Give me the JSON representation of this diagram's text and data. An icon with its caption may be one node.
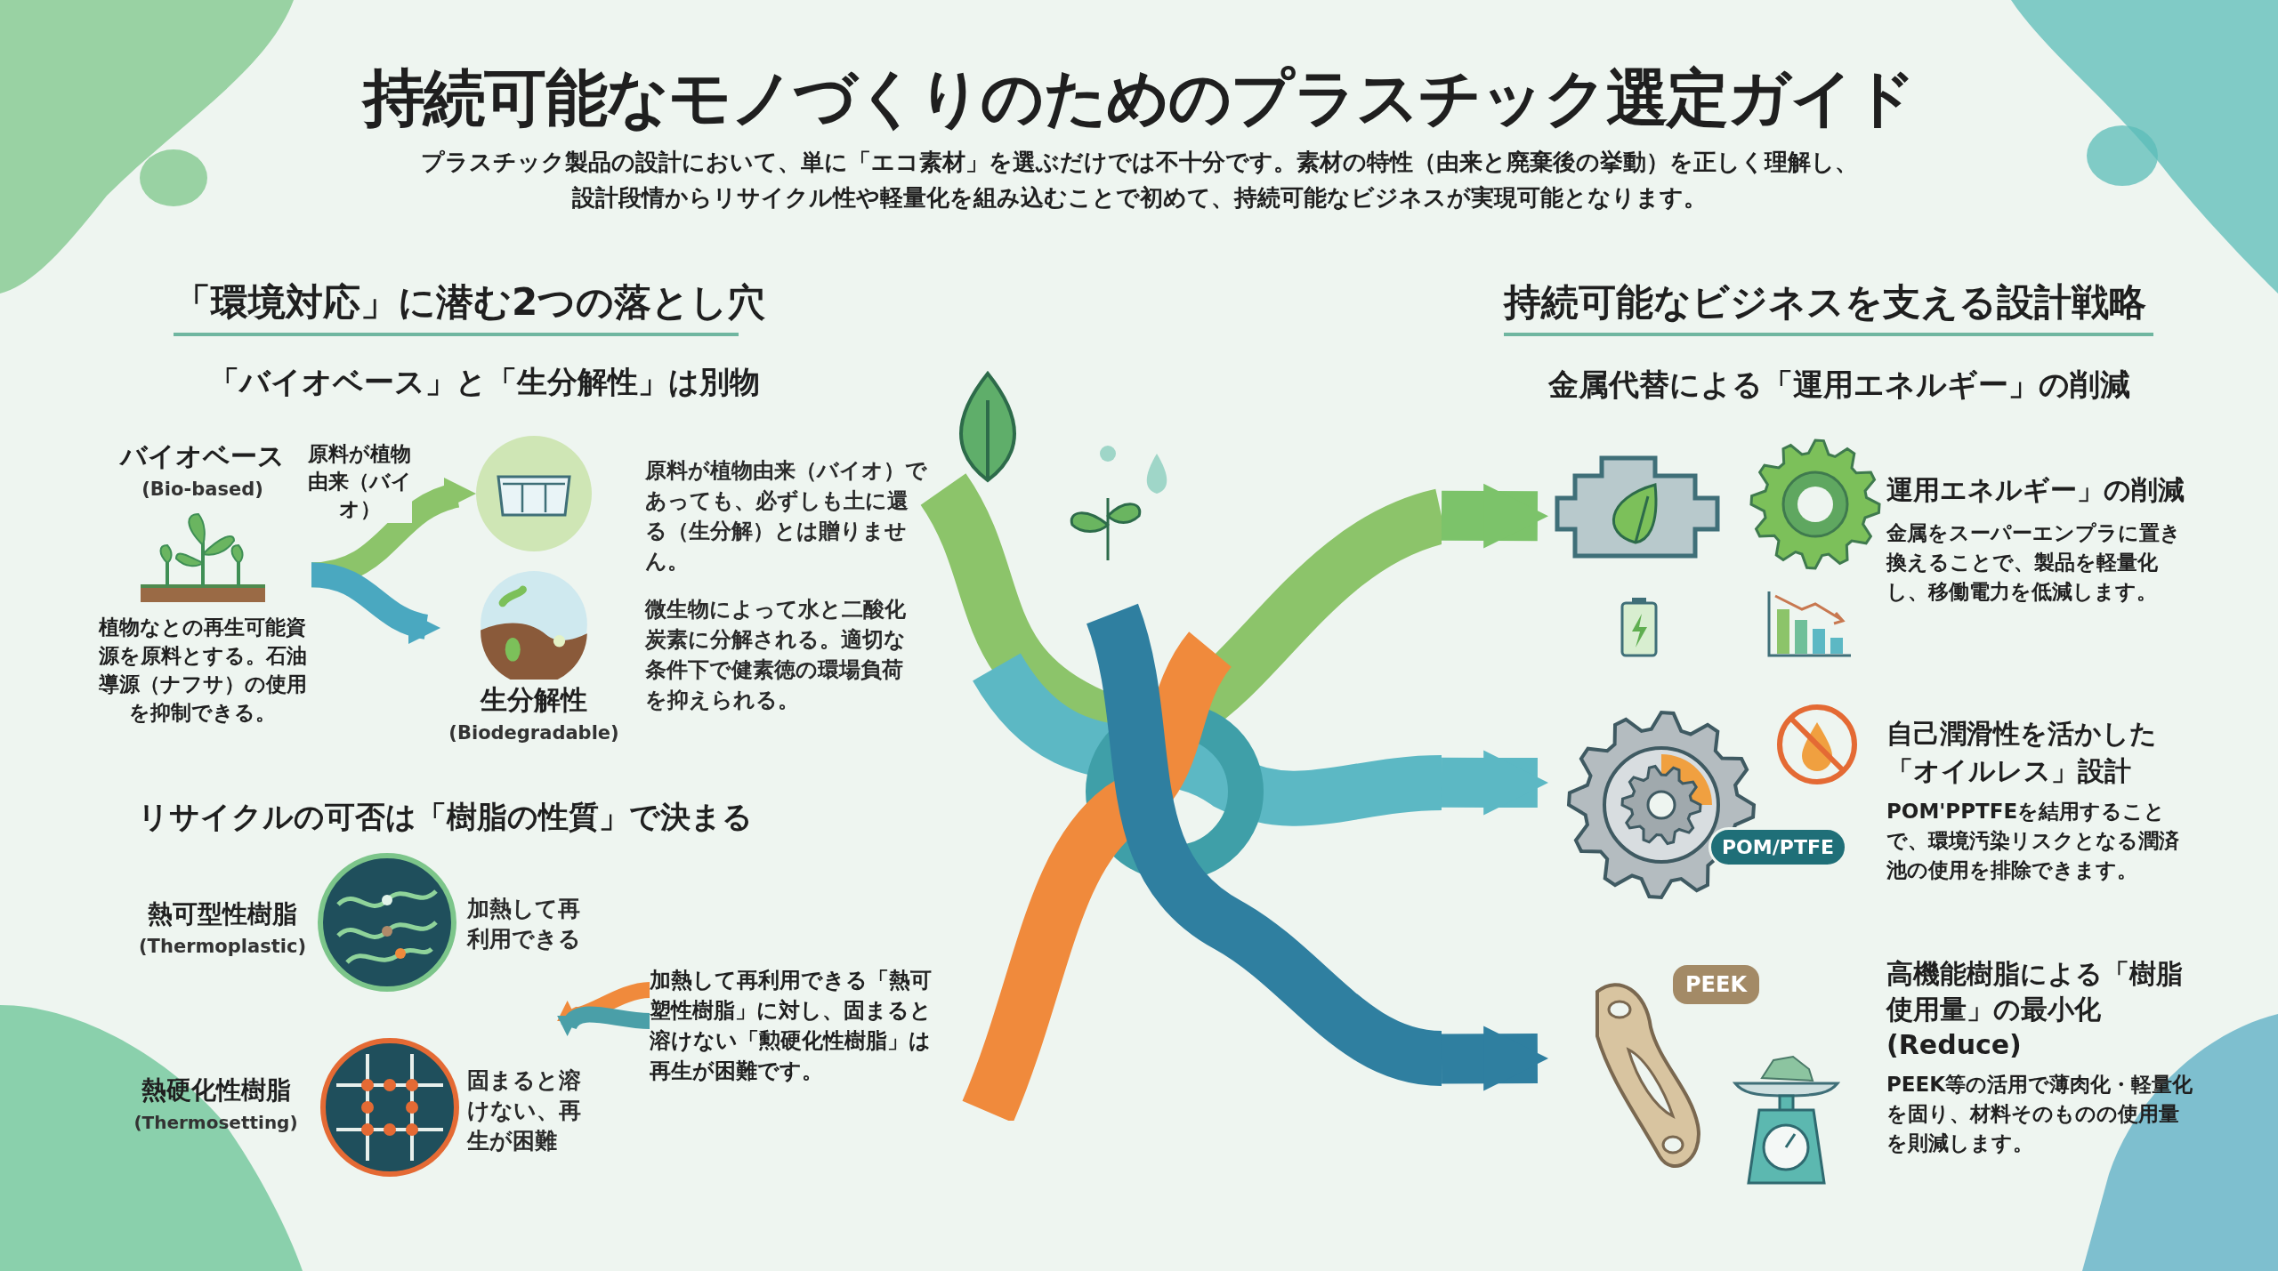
{
  "diagram": {
    "title": "持続可能なモノづくりのためのプラスチック選定ガイド",
    "nodes": [
      {
        "text": [
          "バイオベース",
          "(Bio-based)",
          "植物なとの再生可能資源を原料とする。石油導源（ナフサ）の使用を抑制できる。"
        ]
      },
      {
        "text": [],
        "shape": "circle"
      },
      {
        "text": [
          "生分解性",
          "(Biodegradable)"
        ]
      },
      {
        "text": [
          "熱可型性樹脂",
          "(Thermoplastic)"
        ],
        "beside": [
          "加熱して再利用できる"
        ]
      },
      {
        "text": [
          "熱硬化性樹脂",
          "(Thermosetting)"
        ],
        "beside": [
          "固まると溶けない、再生が困難"
        ]
      },
      {
        "text": [
          "加熱して再利用できる「熱可塑性樹脂」に対し、固まると溶けない「勲硬化性樹脂」は再生が困難です。"
        ]
      },
      {
        "text": [],
        "shape": "picture"
      },
      {
        "text": [
          "運用エネルギー」の削減",
          "金属をスーパーエンプラに置き換えることで、製品を軽量化し、移働電力を低減します。"
        ]
      },
      {
        "text": [
          "自己潤滑性を活かした「オイルレス」設計",
          "POM'PPTFEを結用することで、環境汚染リスクとなる潤済池の使用を排除できます。"
        ]
      },
      {
        "text": [
          "高機能樹脂による「樹脂使用量」の最小化 (Reduce)",
          "PEEK等の活用で薄肉化・軽量化を固り、材料そのものの使用量を則減します。"
        ]
      }
    ],
    "edges": [
      {
        "from": 0,
        "to": 1,
        "arrow": "to",
        "label": "原料が植物由来（バイオ）",
        "color": "#8cc46a"
      },
      {
        "from": 0,
        "to": 2,
        "arrow": "to",
        "color": "#4aa8c0"
      },
      {
        "from": 5,
        "to": 3,
        "arrow": "to",
        "color": "#f08a3c"
      },
      {
        "from": 5,
        "to": 4,
        "arrow": "to",
        "color": "#4a9fa8"
      },
      {
        "from": 6,
        "to": 7,
        "arrow": "to",
        "color": "#7cc36a"
      },
      {
        "from": 6,
        "to": 8,
        "arrow": "to",
        "color": "#5cb8c4"
      },
      {
        "from": 6,
        "to": 9,
        "arrow": "to",
        "color": "#2f7fa0"
      }
    ],
    "labels": [
      "プラスチック製品の設計において、単に「エコ素材」を選ぶだけでは不十分です。素材の特性（由来と廃棄後の挙動）を正しく理解し、設計段情からリサイクル性や軽量化を組み込むことで初めて、持続可能なビジネスが実現可能となります。",
      "「環境対応」に潜む2つの落とし穴",
      "「バイオベース」と「生分解性」は別物",
      "原料が植物由来（バイオ）であっても、必ずしも土に還る（生分解）とは贈りません。",
      "微生物によって水と二酸化炭素に分解される。適切な条件下で健素徳の環場負荷を抑えられる。",
      "リサイクルの可否は「樹脂の性質」で決まる",
      "持続可能なビジネスを支える設計戦略",
      "金属代替による「運用エネルギー」の削減",
      "POM/PTFE",
      "PEEK"
    ]
  }
}
